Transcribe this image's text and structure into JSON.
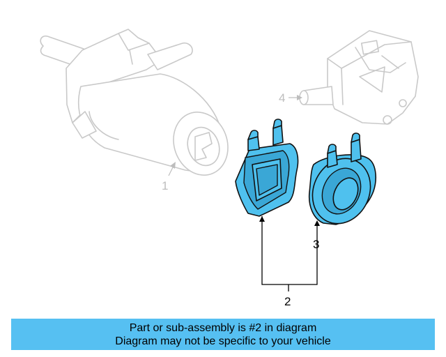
{
  "callouts": {
    "part_1": "1",
    "part_2": "2",
    "part_3": "3",
    "part_4": "4"
  },
  "banner": {
    "line1": "Part or sub-assembly is #2 in diagram",
    "line2": "Diagram may not be specific to your vehicle"
  },
  "colors": {
    "highlight": "#4fc1ee",
    "banner": "#56c0f2",
    "ghost": "#c9c9c9"
  }
}
